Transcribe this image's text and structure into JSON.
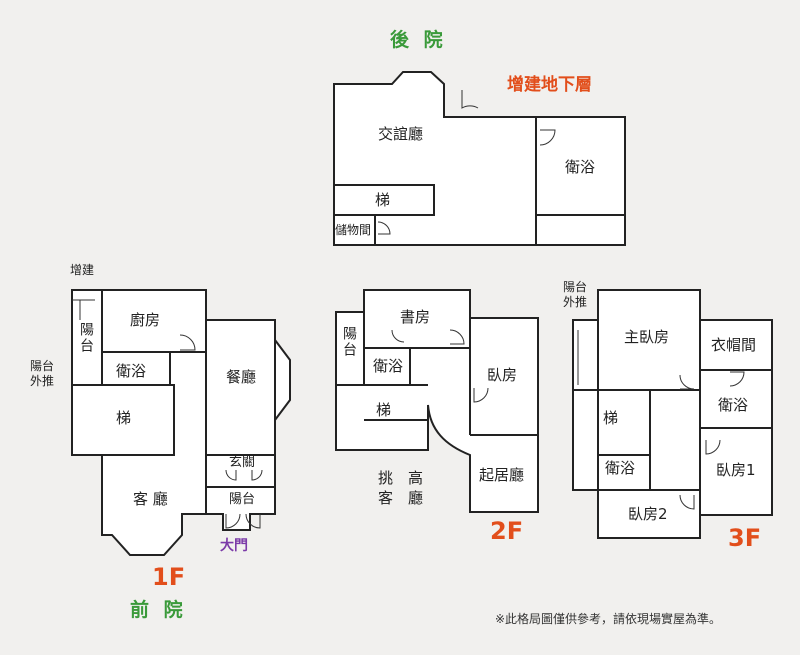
{
  "labels": {
    "backyard": "後 院",
    "frontyard": "前 院",
    "basement_title": "增建地下層",
    "floor1": "1F",
    "floor2": "2F",
    "floor3": "3F",
    "main_door": "大門",
    "note": "※此格局圖僅供參考，請依現場實屋為準。"
  },
  "basement": {
    "lounge": "交誼廳",
    "bath": "衛浴",
    "stairs": "梯",
    "storage": "儲物間"
  },
  "floor1_rooms": {
    "extension": "增建",
    "balcony_v": "陽台",
    "balcony_out": "陽台外推",
    "kitchen": "廚房",
    "bath": "衛浴",
    "dining": "餐廳",
    "stairs": "梯",
    "living": "客 廳",
    "foyer": "玄關",
    "balcony": "陽台"
  },
  "floor2_rooms": {
    "study": "書房",
    "balcony_v": "陽台",
    "bath": "衛浴",
    "bedroom": "臥房",
    "stairs": "梯",
    "void_line1": "挑　高",
    "void_line2": "客　廳",
    "sitting": "起居廳"
  },
  "floor3_rooms": {
    "balcony_out": "陽台外推",
    "master": "主臥房",
    "closet": "衣帽間",
    "bath_a": "衛浴",
    "stairs": "梯",
    "bath_b": "衛浴",
    "bedroom1": "臥房1",
    "bedroom2": "臥房2"
  },
  "colors": {
    "background": "#f1f0ee",
    "green": "#3a9a3a",
    "orange": "#e24e1b",
    "purple": "#7b3aa8"
  }
}
